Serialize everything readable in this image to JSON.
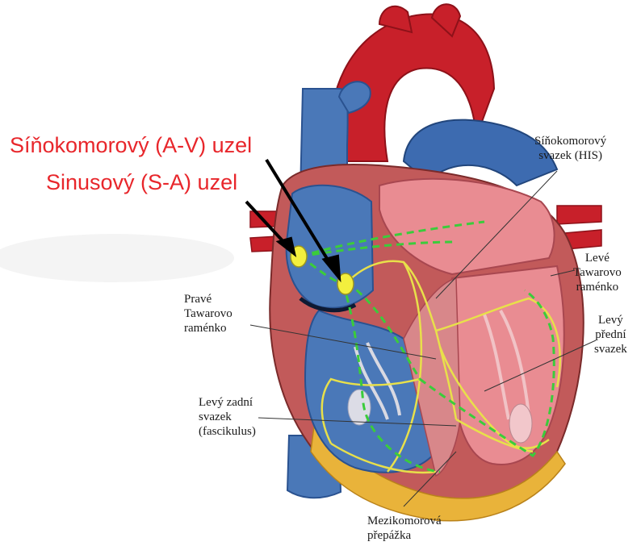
{
  "labels": {
    "av_node": "Síňokomorový (A-V) uzel",
    "sa_node": "Sinusový (S-A) uzel",
    "his_bundle": [
      "Síňokomorový",
      "svazek (HIS)"
    ],
    "left_bundle_branch": [
      "Levé",
      "Tawarovo",
      "raménko"
    ],
    "left_anterior_fascicle": [
      "Levý",
      "přední",
      "svazek"
    ],
    "right_bundle_branch": [
      "Pravé",
      "Tawarovo",
      "raménko"
    ],
    "left_posterior_fascicle": [
      "Levý zadní",
      "svazek",
      "(fascikulus)"
    ],
    "septum": [
      "Mezikomorová",
      "přepážka"
    ]
  },
  "colors": {
    "red_label": "#e8262b",
    "artery_red": "#c8202a",
    "vein_blue": "#4a78b8",
    "chamber_pink": "#e98c92",
    "muscle": "#c25a5a",
    "conduction_yellow": "#e8e04a",
    "pathway_green": "#3bcc3b",
    "fat": "#e9b33a"
  }
}
